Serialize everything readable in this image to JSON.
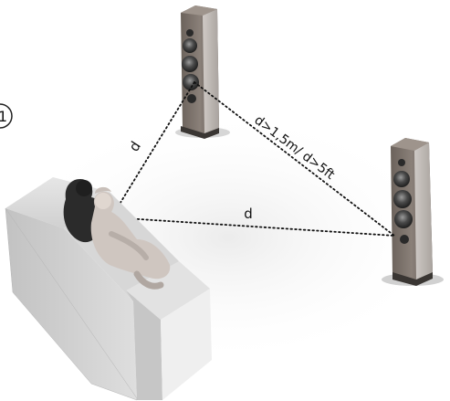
{
  "diagram": {
    "step_number": "1",
    "distance_labels": {
      "listener_to_front": "d",
      "listener_to_right": "d",
      "speaker_to_speaker": "d>1,5m/ d>5ft"
    }
  }
}
